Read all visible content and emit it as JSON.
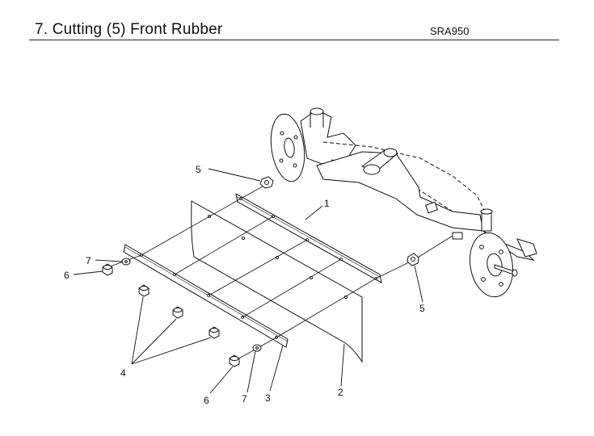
{
  "header": {
    "title": "7. Cutting (5) Front Rubber",
    "model": "SRA950"
  },
  "callouts": {
    "c1": "1",
    "c2": "2",
    "c3": "3",
    "c4": "4",
    "c5_upper": "5",
    "c5_right": "5",
    "c6_left": "6",
    "c6_bottom": "6",
    "c7_left": "7",
    "c7_bottom": "7"
  }
}
